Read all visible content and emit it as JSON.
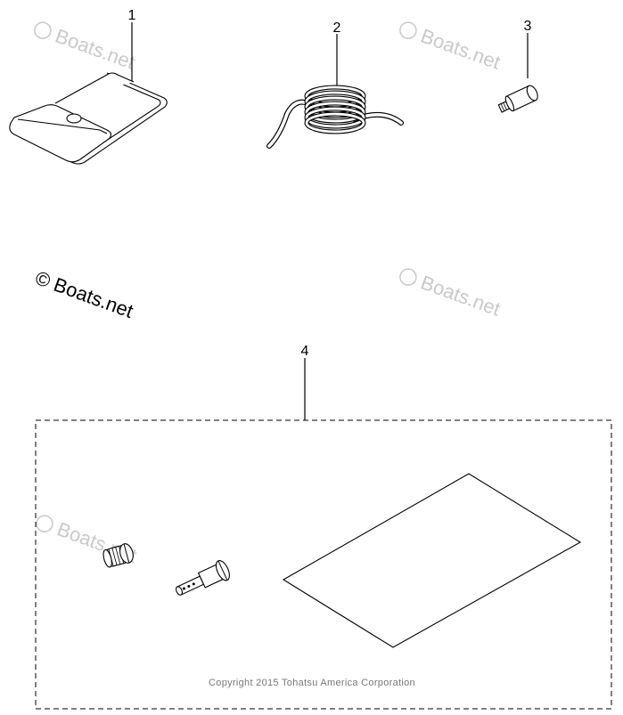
{
  "callouts": [
    "1",
    "2",
    "3",
    "4"
  ],
  "watermark": {
    "label": "Boats.net",
    "symbol": "©"
  },
  "copyright": "Copyright 2015 Tohatsu America Corporation"
}
